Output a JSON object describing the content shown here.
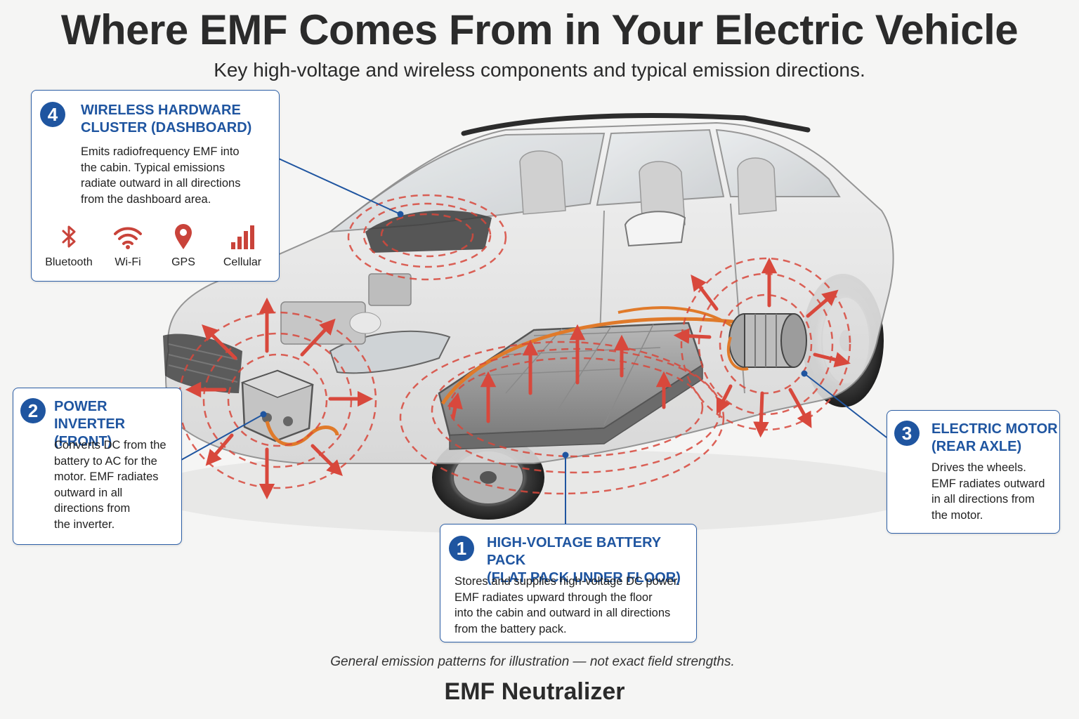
{
  "header": {
    "title": "Where EMF Comes From in Your Electric Vehicle",
    "subtitle": "Key high-voltage and wireless components and typical emission directions."
  },
  "callouts": [
    {
      "number": "4",
      "title_line1": "WIRELESS HARDWARE",
      "title_line2": "CLUSTER (DASHBOARD)",
      "body": [
        "Emits radiofrequency EMF into",
        "the cabin. Typical emissions",
        "radiate outward in all directions",
        "from the dashboard area."
      ],
      "icons": [
        {
          "name": "bluetooth-icon",
          "label": "Bluetooth"
        },
        {
          "name": "wifi-icon",
          "label": "Wi-Fi"
        },
        {
          "name": "gps-icon",
          "label": "GPS"
        },
        {
          "name": "cellular-icon",
          "label": "Cellular"
        }
      ]
    },
    {
      "number": "2",
      "title_line1": "POWER INVERTER",
      "title_line2": "(FRONT)",
      "body": [
        "Converts DC from the",
        "battery to AC for the",
        "motor. EMF radiates",
        "outward in all",
        "directions from",
        "the inverter."
      ]
    },
    {
      "number": "3",
      "title_line1": "ELECTRIC MOTOR",
      "title_line2": "(REAR AXLE)",
      "body": [
        "Drives the wheels.",
        "EMF radiates outward",
        "in all directions from",
        "the motor."
      ]
    },
    {
      "number": "1",
      "title_line1": "HIGH-VOLTAGE BATTERY PACK",
      "title_line2": "(FLAT PACK UNDER FLOOR)",
      "body": [
        "Stores and supplies high-voltage DC power.",
        "EMF radiates upward through the floor",
        "into the cabin and outward in all directions",
        "from the battery pack."
      ]
    }
  ],
  "footnote": "General emission patterns for illustration — not exact field strengths.",
  "brand": "EMF Neutralizer",
  "colors": {
    "accent_blue": "#1f55a0",
    "emission_red": "#d8483c",
    "cable_orange": "#e07a2a"
  }
}
